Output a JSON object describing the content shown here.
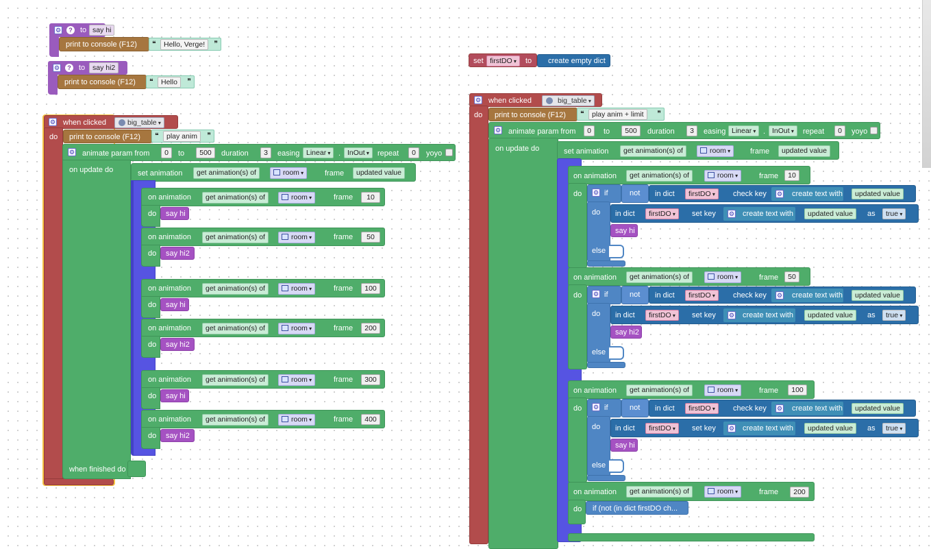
{
  "left": {
    "proc1": {
      "to": "to",
      "name": "say hi",
      "print": "print to console (F12)",
      "text": "Hello, Verge!"
    },
    "proc2": {
      "to": "to",
      "name": "say hi2",
      "print": "print to console (F12)",
      "text": "Hello"
    },
    "event": {
      "when_clicked": "when clicked",
      "target": "big_table",
      "do": "do",
      "print": "print to console (F12)",
      "print_text": "play anim",
      "animate": {
        "label": "animate param from",
        "from": "0",
        "to_label": "to",
        "to": "500",
        "duration_label": "duration",
        "duration": "3",
        "easing_label": "easing",
        "easing": "Linear",
        "dot": ".",
        "mode": "InOut",
        "repeat_label": "repeat",
        "repeat": "0",
        "yoyo": "yoyo"
      },
      "on_update": "on update do",
      "set_animation": "set animation",
      "get_anim": "get animation(s) of",
      "room": "room",
      "frame": "frame",
      "updated_value": "updated value",
      "rows": [
        {
          "on": "on animation",
          "frame_val": "10",
          "do": "do",
          "call": "say hi"
        },
        {
          "on": "on animation",
          "frame_val": "50",
          "do": "do",
          "call": "say hi2"
        },
        {
          "on": "on animation",
          "frame_val": "100",
          "do": "do",
          "call": "say hi"
        },
        {
          "on": "on animation",
          "frame_val": "200",
          "do": "do",
          "call": "say hi2"
        },
        {
          "on": "on animation",
          "frame_val": "300",
          "do": "do",
          "call": "say hi"
        },
        {
          "on": "on animation",
          "frame_val": "400",
          "do": "do",
          "call": "say hi2"
        }
      ],
      "when_finished": "when finished do"
    }
  },
  "right": {
    "setvar": {
      "set": "set",
      "var": "firstDO",
      "to": "to",
      "value": "create empty dict"
    },
    "event": {
      "when_clicked": "when clicked",
      "target": "big_table",
      "do": "do",
      "print": "print to console (F12)",
      "print_text": "play anim + limit",
      "animate": {
        "label": "animate param from",
        "from": "0",
        "to_label": "to",
        "to": "500",
        "duration_label": "duration",
        "duration": "3",
        "easing_label": "easing",
        "easing": "Linear",
        "dot": ".",
        "mode": "InOut",
        "repeat_label": "repeat",
        "repeat": "0",
        "yoyo": "yoyo"
      },
      "on_update": "on update do",
      "set_animation": "set animation",
      "get_anim": "get animation(s) of",
      "room": "room",
      "frame": "frame",
      "updated_value": "updated value",
      "if": "if",
      "not": "not",
      "in_dict": "in dict",
      "dict_var": "firstDO",
      "check_key": "check key",
      "create_text": "create text with",
      "set_key": "set key",
      "as": "as",
      "true": "true",
      "else": "else",
      "rows": [
        {
          "on": "on animation",
          "frame_val": "10",
          "do": "do",
          "call": "say hi"
        },
        {
          "on": "on animation",
          "frame_val": "50",
          "do": "do",
          "call": "say hi2"
        },
        {
          "on": "on animation",
          "frame_val": "100",
          "do": "do",
          "call": "say hi"
        }
      ],
      "row4": {
        "on": "on animation",
        "frame_val": "200",
        "do": "do",
        "collapsed": "if (not (in dict firstDO ch..."
      }
    }
  }
}
